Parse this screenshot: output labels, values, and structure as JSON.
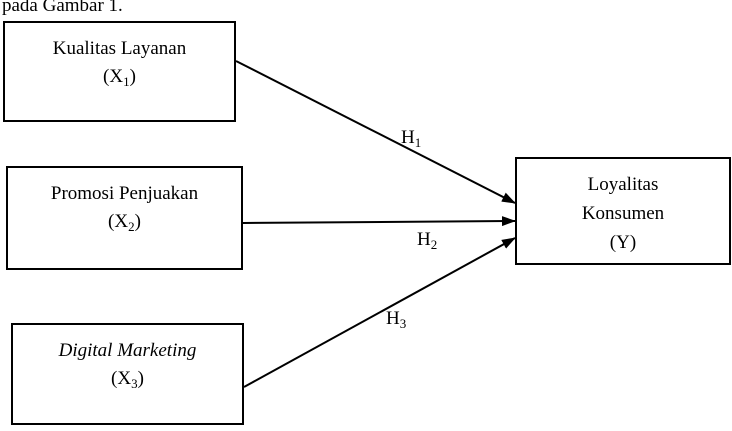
{
  "caption": "pada Gambar 1.",
  "nodes": {
    "x1": {
      "name": "Kualitas Layanan",
      "symbol": "X",
      "sub": "1"
    },
    "x2": {
      "name": "Promosi Penjuakan",
      "symbol": "X",
      "sub": "2"
    },
    "x3": {
      "name": "Digital Marketing",
      "symbol": "X",
      "sub": "3"
    },
    "y": {
      "line1": "Loyalitas",
      "line2": "Konsumen",
      "symbol": "(Y)"
    }
  },
  "hypotheses": {
    "h1": {
      "letter": "H",
      "sub": "1"
    },
    "h2": {
      "letter": "H",
      "sub": "2"
    },
    "h3": {
      "letter": "H",
      "sub": "3"
    }
  }
}
